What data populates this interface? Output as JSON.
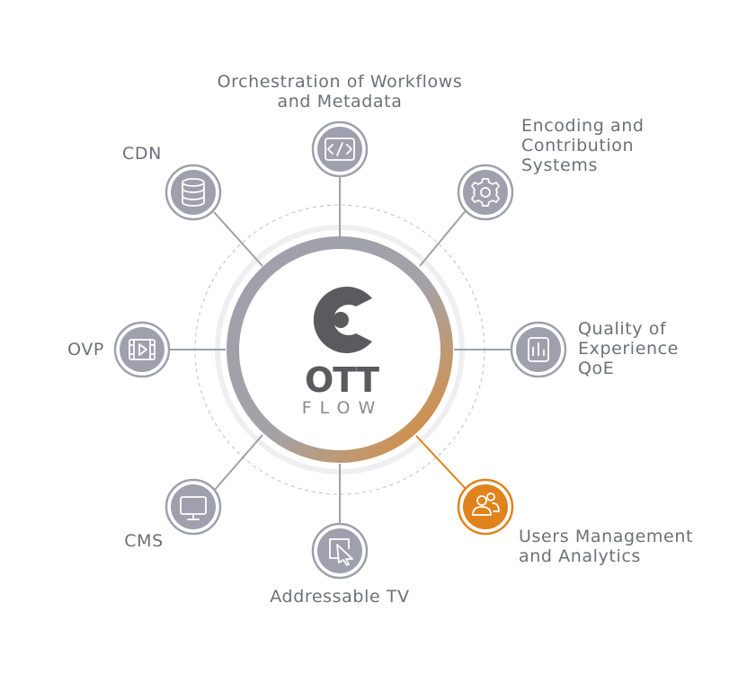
{
  "logo": {
    "name": "OTT",
    "sub": "FLOW"
  },
  "colors": {
    "gray": "#9ea0ad",
    "orange": "#e0831c",
    "text": "#6e7077",
    "logo": "#5a5a5f"
  },
  "nodes": [
    {
      "id": "orchestration",
      "label": "Orchestration of Workflows\nand Metadata",
      "icon": "code-icon",
      "active": false
    },
    {
      "id": "encoding",
      "label": "Encoding and\nContribution\nSystems",
      "icon": "gear-icon",
      "active": false
    },
    {
      "id": "qoe",
      "label": "Quality of\nExperience\nQoE",
      "icon": "bar-chart-icon",
      "active": false
    },
    {
      "id": "users",
      "label": "Users Management\nand Analytics",
      "icon": "users-icon",
      "active": true
    },
    {
      "id": "addressable",
      "label": "Addressable TV",
      "icon": "cursor-icon",
      "active": false
    },
    {
      "id": "cms",
      "label": "CMS",
      "icon": "monitor-icon",
      "active": false
    },
    {
      "id": "ovp",
      "label": "OVP",
      "icon": "video-player-icon",
      "active": false
    },
    {
      "id": "cdn",
      "label": "CDN",
      "icon": "database-icon",
      "active": false
    }
  ]
}
